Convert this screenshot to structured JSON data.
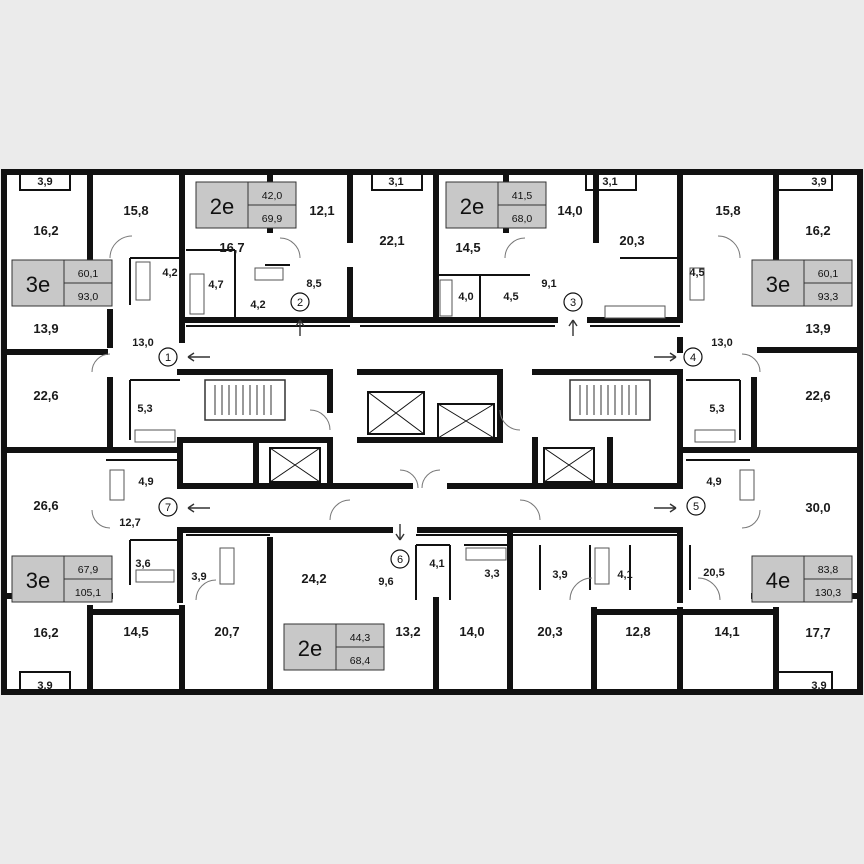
{
  "apartments": [
    {
      "type": "3e",
      "area_living": "60,1",
      "area_total": "93,0"
    },
    {
      "type": "2e",
      "area_living": "42,0",
      "area_total": "69,9"
    },
    {
      "type": "2e",
      "area_living": "41,5",
      "area_total": "68,0"
    },
    {
      "type": "3e",
      "area_living": "60,1",
      "area_total": "93,3"
    },
    {
      "type": "3e",
      "area_living": "67,9",
      "area_total": "105,1"
    },
    {
      "type": "2e",
      "area_living": "44,3",
      "area_total": "68,4"
    },
    {
      "type": "4e",
      "area_living": "83,8",
      "area_total": "130,3"
    }
  ],
  "rooms": [
    "3,9",
    "16,2",
    "15,8",
    "4,2",
    "13,9",
    "13,0",
    "22,6",
    "5,3",
    "16,7",
    "12,1",
    "3,1",
    "22,1",
    "4,7",
    "4,2",
    "8,5",
    "14,0",
    "3,1",
    "20,3",
    "14,5",
    "4,0",
    "4,5",
    "9,1",
    "15,8",
    "3,9",
    "16,2",
    "4,5",
    "13,9",
    "13,0",
    "5,3",
    "22,6",
    "26,6",
    "4,9",
    "12,7",
    "3,6",
    "3,9",
    "16,2",
    "3,9",
    "14,5",
    "20,7",
    "24,2",
    "9,6",
    "4,1",
    "3,3",
    "13,2",
    "14,0",
    "3,9",
    "4,1",
    "20,3",
    "12,8",
    "20,5",
    "14,1",
    "4,9",
    "30,0",
    "17,7",
    "3,9"
  ],
  "entrances": [
    "1",
    "2",
    "3",
    "4",
    "5",
    "6",
    "7"
  ],
  "colors": {
    "background": "#ebebeb",
    "wall": "#111111",
    "floor": "#ffffff",
    "badge": "#c8c8c8"
  }
}
